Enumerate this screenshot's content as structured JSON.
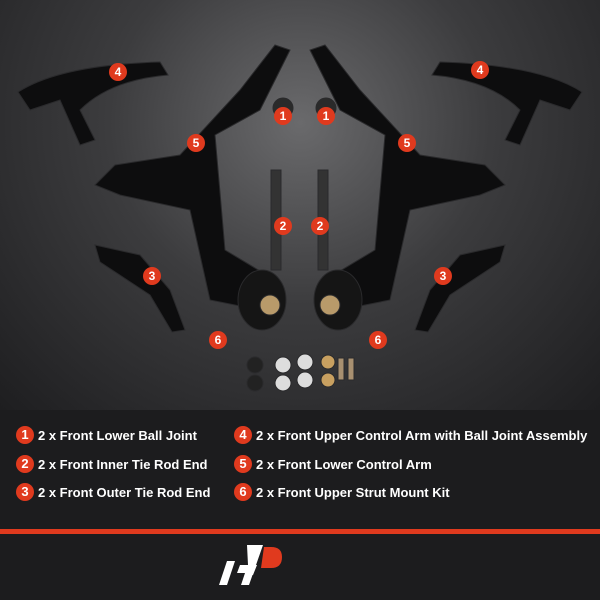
{
  "colors": {
    "accent": "#e03a1e",
    "background": "#1c1c1e",
    "text": "#ffffff"
  },
  "photo_badges": [
    "1",
    "1",
    "2",
    "2",
    "3",
    "3",
    "4",
    "4",
    "5",
    "5",
    "6",
    "6"
  ],
  "legend": [
    {
      "num": "1",
      "label": "2 x Front Lower Ball Joint"
    },
    {
      "num": "2",
      "label": "2 x Front Inner Tie Rod End"
    },
    {
      "num": "3",
      "label": "2 x Front Outer Tie Rod End"
    },
    {
      "num": "4",
      "label": "2 x Front Upper Control Arm with Ball Joint Assembly"
    },
    {
      "num": "5",
      "label": "2 x Front Lower Control Arm"
    },
    {
      "num": "6",
      "label": "2 x Front Upper Strut Mount Kit"
    }
  ],
  "logo": {
    "name": "brand-logo",
    "text": "AP"
  }
}
